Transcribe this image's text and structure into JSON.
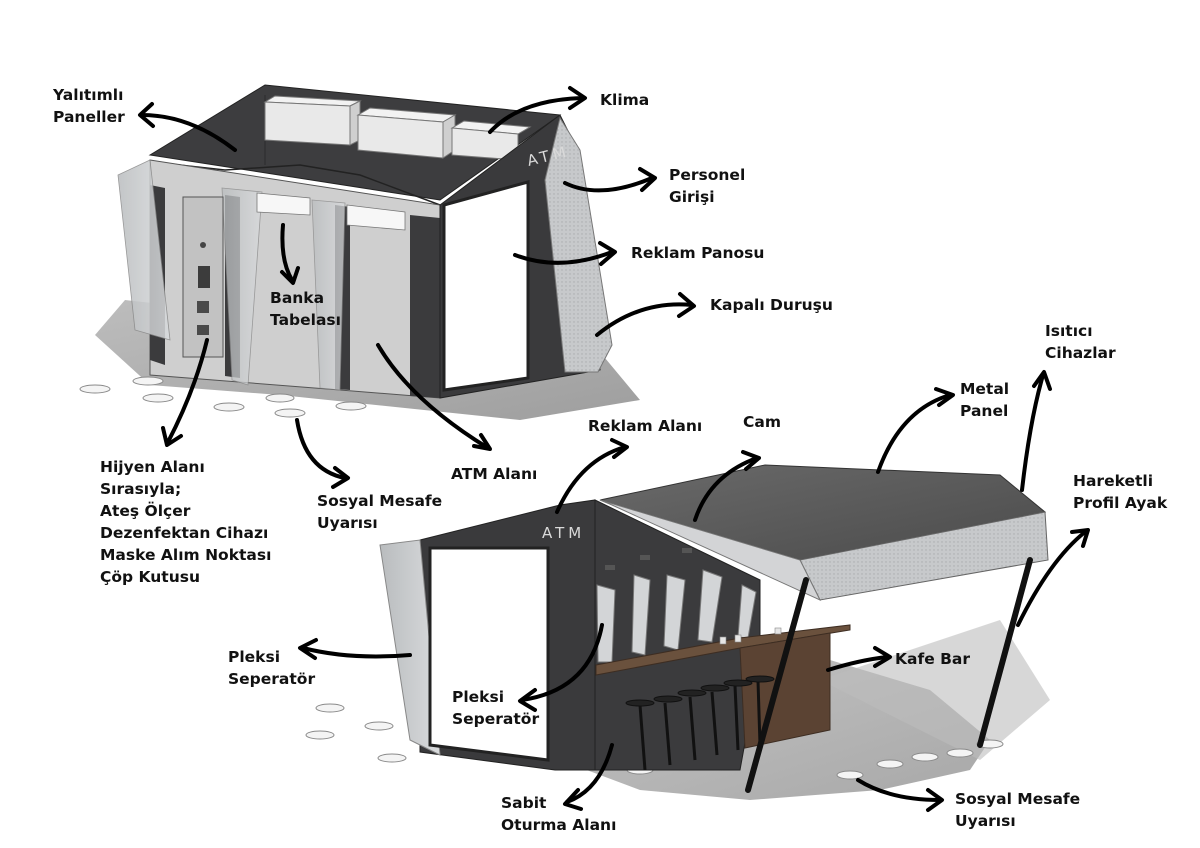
{
  "atm_sign_top": "ATM",
  "atm_sign_bottom": "ATM",
  "labels": {
    "yalitimli": [
      "Yalıtımlı",
      "Paneller"
    ],
    "klima": [
      "Klima"
    ],
    "personel": [
      "Personel",
      "Girişi"
    ],
    "reklam_panosu": [
      "Reklam Panosu"
    ],
    "kapali": [
      "Kapalı Duruşu"
    ],
    "banka": [
      "Banka",
      "Tabelası"
    ],
    "hijyen": [
      "Hijyen Alanı",
      "Sırasıyla;",
      "Ateş Ölçer",
      "Dezenfektan Cihazı",
      "Maske Alım Noktası",
      "Çöp Kutusu"
    ],
    "sosyal1": [
      "Sosyal Mesafe",
      "Uyarısı"
    ],
    "atm_alani": [
      "ATM Alanı"
    ],
    "reklam_alani": [
      "Reklam Alanı"
    ],
    "cam": [
      "Cam"
    ],
    "metal": [
      "Metal",
      "Panel"
    ],
    "isitici": [
      "Isıtıcı",
      "Cihazlar"
    ],
    "hareketli": [
      "Hareketli",
      "Profil Ayak"
    ],
    "pleksi1": [
      "Pleksi",
      "Seperatör"
    ],
    "pleksi2": [
      "Pleksi",
      "Seperatör"
    ],
    "kafe": [
      "Kafe Bar"
    ],
    "sabit": [
      "Sabit",
      "Oturma Alanı"
    ],
    "sosyal2": [
      "Sosyal Mesafe",
      "Uyarısı"
    ]
  },
  "colors": {
    "dark_panel": "#3a3a3c",
    "roof": "#4a4a4c",
    "glass": "#c9cbcd",
    "light_panel": "#d4d4d4",
    "shadow": "#b7b7b7",
    "wood": "#5b4333",
    "arrow": "#000000"
  }
}
